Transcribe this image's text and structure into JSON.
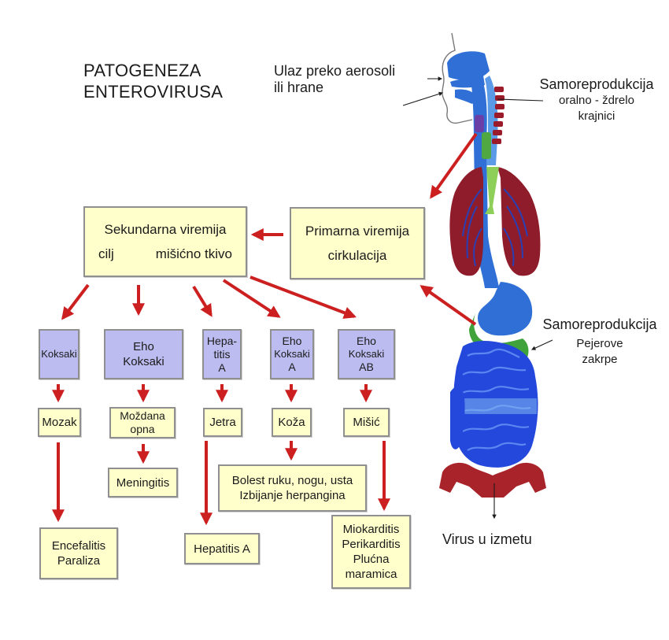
{
  "title": {
    "line1": "PATOGENEZA",
    "line2": "ENTEROVIRUSA"
  },
  "entry": {
    "line1": "Ulaz preko aerosoli",
    "line2": "ili hrane"
  },
  "throat_replication": {
    "title": "Samoreprodukcija",
    "line1": "oralno - ždrelo",
    "line2": "krajnici"
  },
  "gut_replication": {
    "title": "Samoreprodukcija",
    "line1": "Pejerove",
    "line2": "zakrpe"
  },
  "exit": "Virus u izmetu",
  "primary": {
    "line1": "Primarna viremija",
    "line2": "cirkulacija"
  },
  "secondary": {
    "line1": "Sekundarna viremija",
    "target_left": "cilj",
    "target_right": "mišićno tkivo"
  },
  "viruses": {
    "koksaki": "Koksaki",
    "eho_koksaki": {
      "line1": "Eho",
      "line2": "Koksaki"
    },
    "hepatitis": {
      "line1": "Hepa-",
      "line2": "titis",
      "line3": "A"
    },
    "eho_koksaki_a": {
      "line1": "Eho",
      "line2": "Koksaki",
      "line3": "A"
    },
    "eho_koksaki_ab": {
      "line1": "Eho",
      "line2": "Koksaki",
      "line3": "AB"
    }
  },
  "organs": {
    "mozak": "Mozak",
    "mozdana_opna": {
      "line1": "Moždana",
      "line2": "opna"
    },
    "jetra": "Jetra",
    "koza": "Koža",
    "misic": "Mišić"
  },
  "diseases": {
    "meningitis": "Meningitis",
    "bolest": {
      "line1": "Bolest ruku, nogu, usta",
      "line2": "Izbijanje herpangina"
    },
    "encefalitis": {
      "line1": "Encefalitis",
      "line2": "Paraliza"
    },
    "hepatitis_a": "Hepatitis A",
    "miokarditis": {
      "line1": "Miokarditis",
      "line2": "Perikarditis",
      "line3": "Plućna",
      "line4": "maramica"
    }
  },
  "colors": {
    "arrow_red": "#cc1f1f",
    "box_yellow": "#ffffcc",
    "box_blue": "#bcbcf0",
    "airway_blue": "#2f6fd6",
    "lung_red": "#8e1c2a",
    "green": "#3fa23a",
    "intestine_blue": "#2244dd"
  }
}
